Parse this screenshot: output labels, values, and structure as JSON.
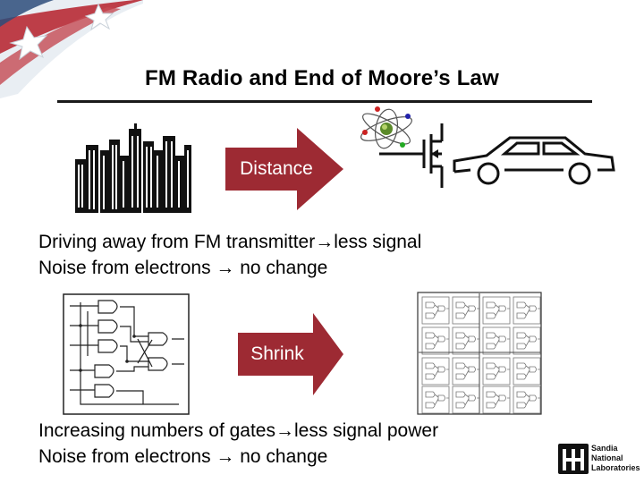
{
  "slide": {
    "title": "FM Radio and End of Moore’s Law",
    "arrows": {
      "top_label": "Distance",
      "bottom_label": "Shrink",
      "color": "#9d2a33"
    },
    "lines": {
      "line1_a": "Driving away from FM transmitter",
      "line1_b": "less signal",
      "line2_a": "Noise from electrons ",
      "line2_b": " no change",
      "line3_a": "Increasing numbers of gates",
      "line3_b": "less signal power",
      "line4_a": "Noise from electrons ",
      "line4_b": " no change",
      "arrow_glyph": "→"
    },
    "logo": {
      "lines": [
        "Sandia",
        "National",
        "Laboratories"
      ]
    },
    "icons": [
      "star-flag-icon",
      "city-skyline-icon",
      "atom-icon",
      "transistor-icon",
      "car-icon",
      "logic-circuit-icon",
      "gate-array-icon"
    ]
  }
}
